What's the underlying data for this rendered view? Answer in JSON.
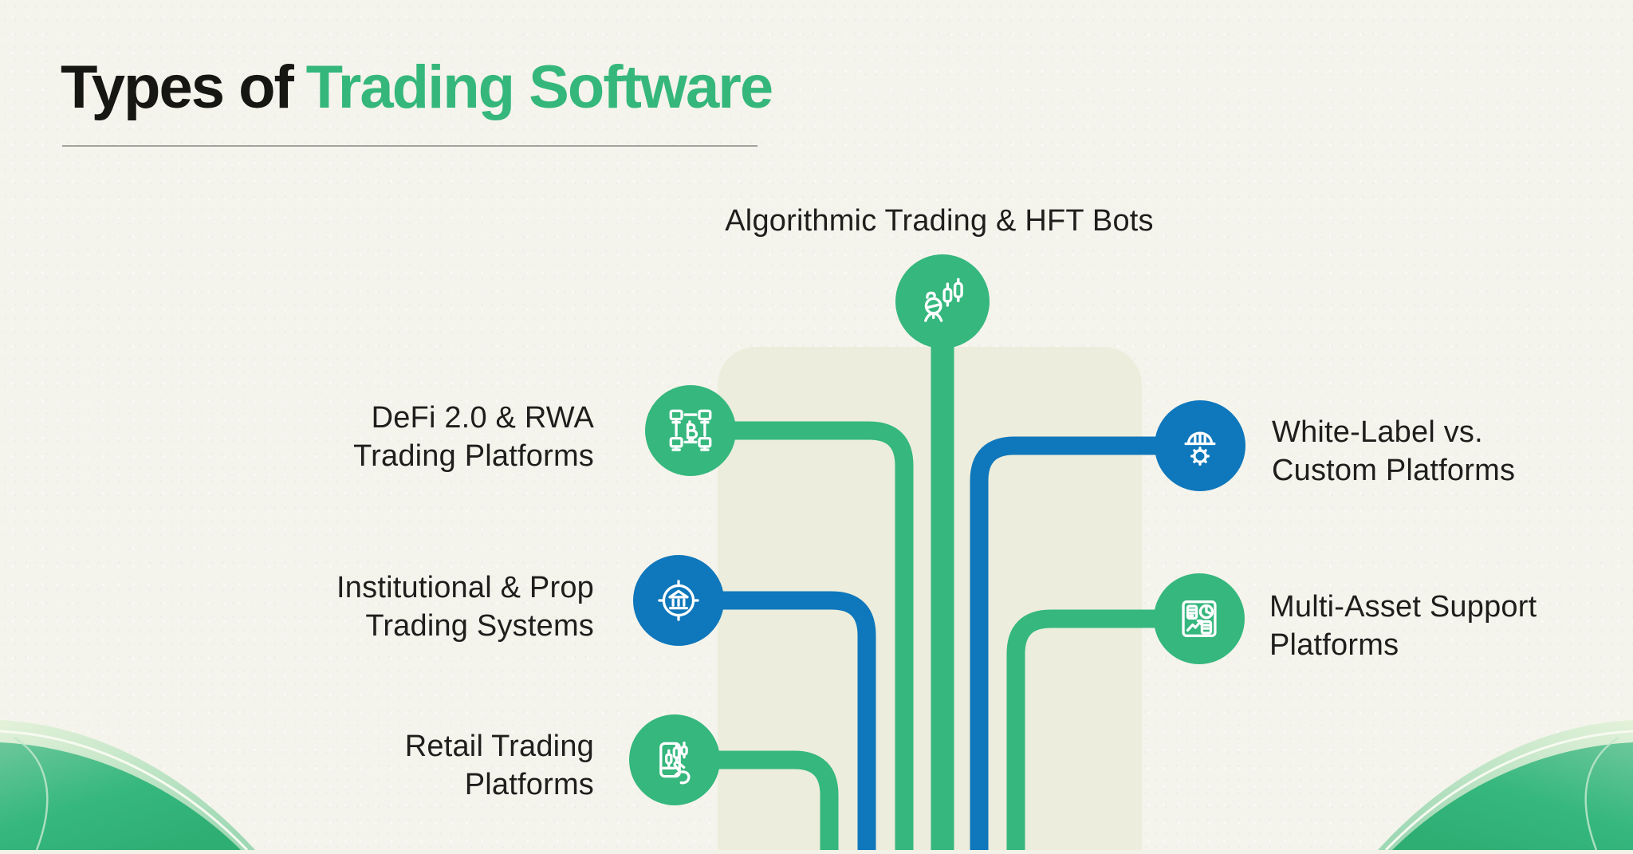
{
  "title": {
    "prefix": "Types of",
    "highlight": "Trading Software"
  },
  "colors": {
    "green": "#35b77d",
    "blue": "#0f77bb",
    "background": "#f5f4ec",
    "panel": "#eceddc",
    "text": "#1e1e1c",
    "title_dark": "#161613"
  },
  "center_node": {
    "label": "Algorithmic Trading & HFT Bots",
    "icon": "trading-bot-icon",
    "color": "green"
  },
  "left_nodes": [
    {
      "lines": [
        "DeFi 2.0 & RWA",
        "Trading Platforms"
      ],
      "icon": "blockchain-network-icon",
      "color": "green"
    },
    {
      "lines": [
        "Institutional & Prop",
        "Trading Systems"
      ],
      "icon": "bank-target-icon",
      "color": "blue"
    },
    {
      "lines": [
        "Retail Trading",
        "Platforms"
      ],
      "icon": "mobile-trading-icon",
      "color": "green"
    }
  ],
  "right_nodes": [
    {
      "lines": [
        "White-Label vs.",
        "Custom Platforms"
      ],
      "icon": "helmet-gear-icon",
      "color": "blue"
    },
    {
      "lines": [
        "Multi-Asset Support",
        "Platforms"
      ],
      "icon": "asset-dashboard-icon",
      "color": "green"
    }
  ]
}
